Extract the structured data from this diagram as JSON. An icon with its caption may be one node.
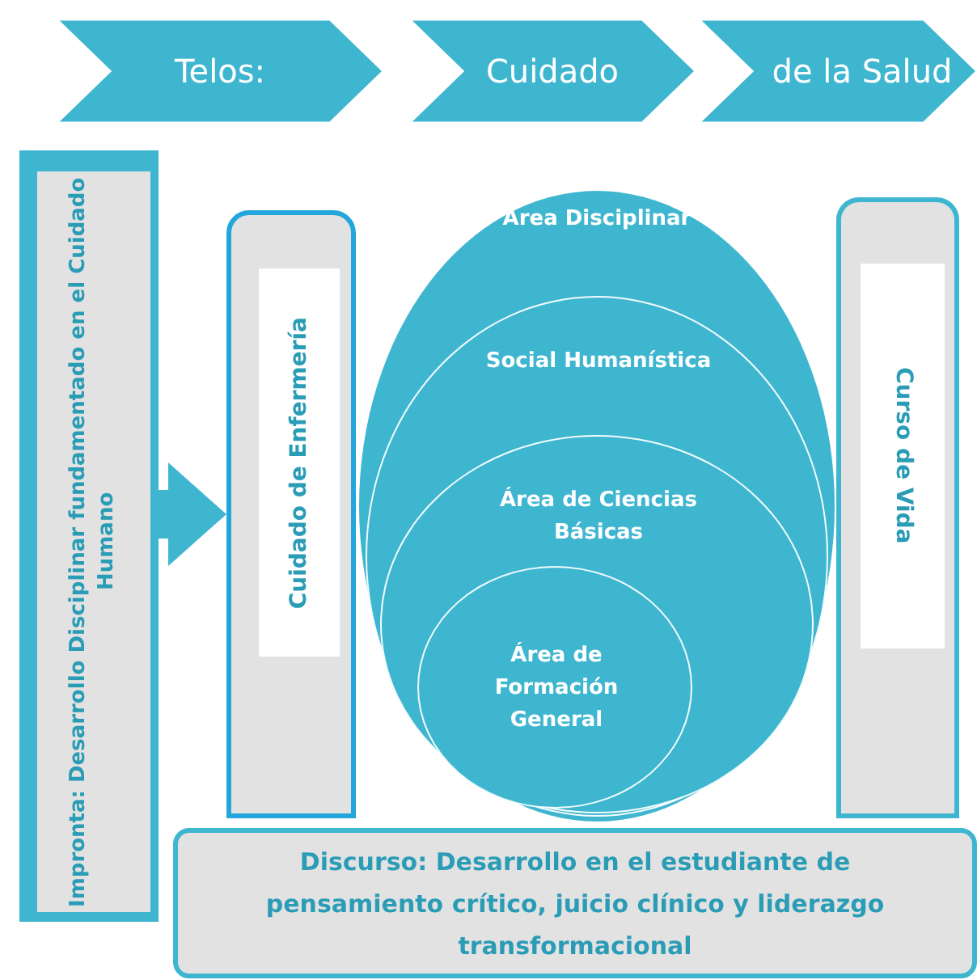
{
  "diagram": {
    "nodes": [
      {
        "text": [
          "Telos:"
        ]
      },
      {
        "text": [
          "Cuidado"
        ]
      },
      {
        "text": [
          "de la Salud"
        ]
      },
      {
        "text": [
          "Impronta: Desarrollo Disciplinar fundamentado en el Cuidado Humano"
        ]
      },
      {
        "text": [
          "Cuidado de Enfermería"
        ]
      },
      {
        "text": [
          "Area Disciplinar"
        ]
      },
      {
        "text": [
          "Social Humanística"
        ],
        "in": 5
      },
      {
        "text": [
          "Área de Ciencias Básicas"
        ],
        "in": 6
      },
      {
        "text": [
          "Área de Formación General"
        ],
        "in": 7
      },
      {
        "text": [
          "Curso de Vida"
        ]
      },
      {
        "text": [
          "Discurso: Desarrollo en el estudiante de pensamiento crítico, juicio clínico y liderazgo transformacional"
        ]
      }
    ],
    "edges": [
      {
        "from": 3,
        "to": 4,
        "arrow": "to"
      }
    ]
  }
}
